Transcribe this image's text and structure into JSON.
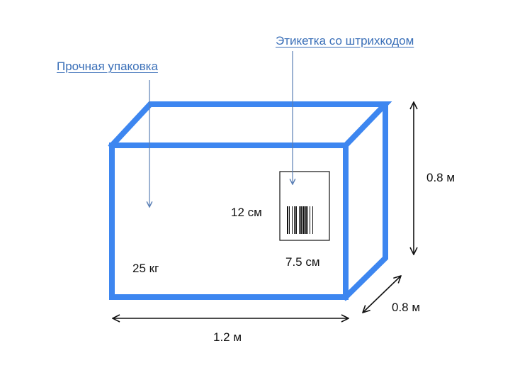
{
  "callouts": {
    "packaging": "Прочная упаковка",
    "barcode_label": "Этикетка со штрихкодом"
  },
  "dimensions": {
    "length": "1.2 м",
    "height": "0.8 м",
    "depth": "0.8 м"
  },
  "label_size": {
    "height": "12 см",
    "width": "7.5 см"
  },
  "weight": "25 кг",
  "colors": {
    "box_edge": "#3d86f0",
    "callout_text": "#3a6fb8",
    "callout_arrow": "#5a7fb5",
    "dimension_arrow": "#111111"
  }
}
